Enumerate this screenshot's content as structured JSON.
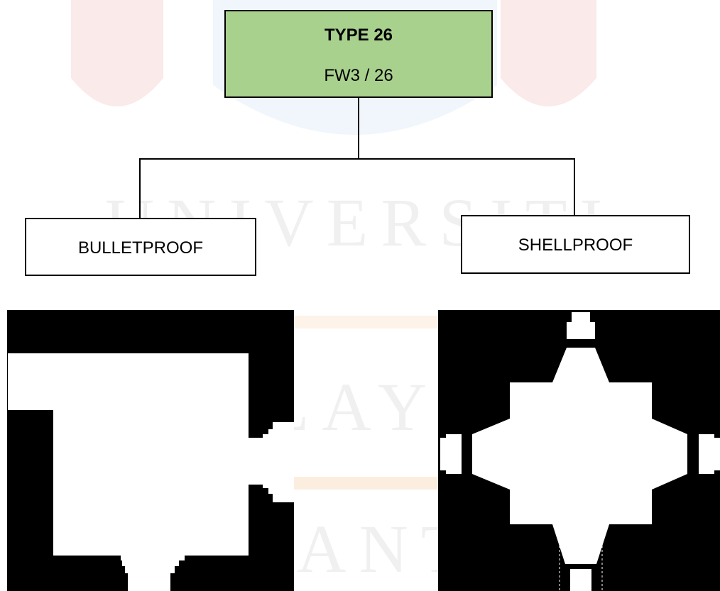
{
  "colors": {
    "root_fill": "#a9d18e",
    "box_border": "#000000",
    "plan_black": "#000000",
    "plan_white": "#ffffff",
    "watermark_text": "#969696",
    "watermark_red": "#d9534f",
    "watermark_blue": "#3c8dcc",
    "watermark_orange": "#f0a04b"
  },
  "watermark": {
    "line1": "UNIVERSITI",
    "line2": "MALAYSIA",
    "line3": "KELANTAN"
  },
  "tree": {
    "root": {
      "title": "TYPE 26",
      "subtitle": "FW3 / 26"
    },
    "children": [
      {
        "label": "BULLETPROOF"
      },
      {
        "label": "SHELLPROOF"
      }
    ]
  },
  "plans": [
    {
      "name": "bulletproof-plan-drawing"
    },
    {
      "name": "shellproof-plan-drawing"
    }
  ]
}
